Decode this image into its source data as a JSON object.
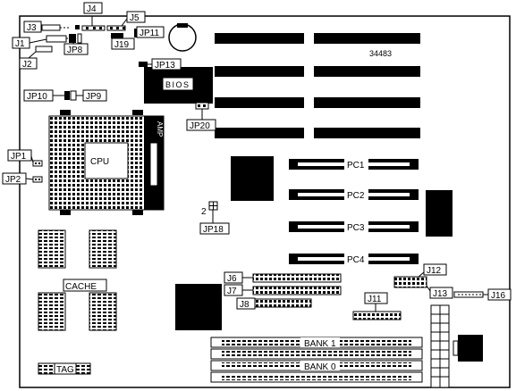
{
  "board": {
    "id_number": "34483",
    "bios_label": "BIOS",
    "cpu_label": "CPU",
    "amp_label": "AMP",
    "cache_label": "CACHE",
    "tag_label": "TAG",
    "pin_number_jp18": "2"
  },
  "slots": {
    "pc1": "PC1",
    "pc2": "PC2",
    "pc3": "PC3",
    "pc4": "PC4",
    "bank1": "BANK 1",
    "bank0": "BANK 0"
  },
  "jumpers": {
    "j1": "J1",
    "j2": "J2",
    "j3": "J3",
    "j4": "J4",
    "j5": "J5",
    "j6": "J6",
    "j7": "J7",
    "j8": "J8",
    "j11": "J11",
    "j12": "J12",
    "j13": "J13",
    "j16": "J16",
    "j19": "J19",
    "jp1": "JP1",
    "jp2": "JP2",
    "jp8": "JP8",
    "jp9": "JP9",
    "jp10": "JP10",
    "jp11": "JP11",
    "jp13": "JP13",
    "jp18": "JP18",
    "jp20": "JP20"
  }
}
